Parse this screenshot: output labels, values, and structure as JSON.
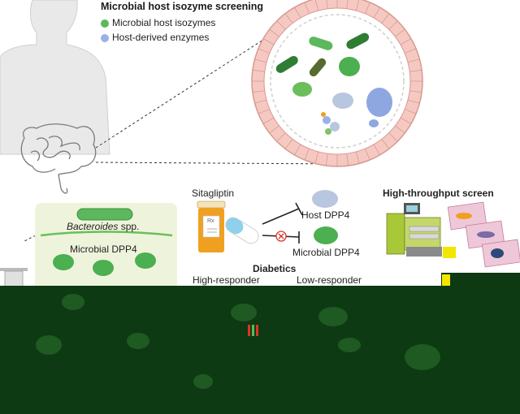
{
  "title": "Microbial host isozyme screening",
  "legend": [
    {
      "label": "Microbial host isozymes",
      "color": "#5cb85c"
    },
    {
      "label": "Host-derived enzymes",
      "color": "#9bb0e6"
    }
  ],
  "bacteria_panel": {
    "genus": "Bacteroides",
    "genus_suffix": " spp.",
    "enzyme_label": "Microbial DPP4"
  },
  "drug": {
    "name": "Sitagliptin",
    "bottle_mark": "Rx"
  },
  "targets": [
    {
      "label": "Host DPP4"
    },
    {
      "label": "Microbial DPP4"
    }
  ],
  "screen_label": "High-throughput screen",
  "diabetics": {
    "title": "Diabetics",
    "high": "High-responder",
    "low": "Low-responder"
  },
  "colors": {
    "microbial_green": "#5cb85c",
    "host_blue": "#9bb0e6",
    "panel_bg": "#eef4dc",
    "pill_orange": "#f0a020",
    "inhibit_red": "#d9342b",
    "gut_ring": "#f5c9c2"
  }
}
